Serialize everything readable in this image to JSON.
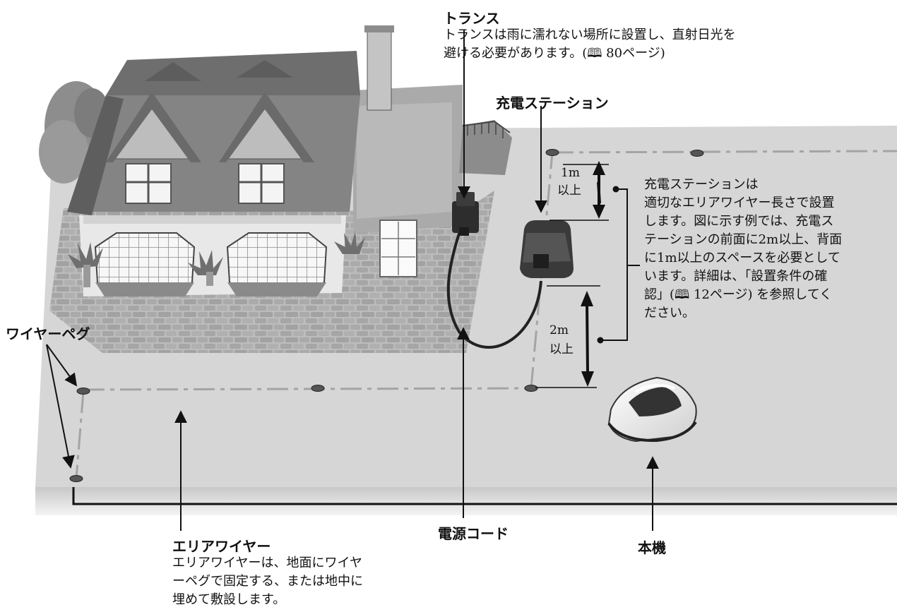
{
  "labels": {
    "transformer": {
      "title": "トランス",
      "desc": "トランスは雨に濡れない場所に設置し、直射日光を\n避ける必要があります。(🕮 80ページ)"
    },
    "charging_station": {
      "title": "充電ステーション",
      "desc": "充電ステーションは\n適切なエリアワイヤー長さで設置\nします。図に示す例では、充電ス\nテーションの前面に2m以上、背面\nに1m以上のスペースを必要として\nいます。詳細は、「設置条件の確\n認」(🕮 12ページ) を参照してく\nださい。"
    },
    "wire_peg": {
      "title": "ワイヤーペグ"
    },
    "power_cord": {
      "title": "電源コード"
    },
    "mower": {
      "title": "本機"
    },
    "area_wire": {
      "title": "エリアワイヤー",
      "desc": "エリアワイヤーは、地面にワイヤ\nーペグで固定する、または地中に\n埋めて敷設します。"
    }
  },
  "dimensions": {
    "rear": {
      "value": "1m",
      "suffix": "以上"
    },
    "front": {
      "value": "2m",
      "suffix": "以上"
    }
  },
  "icons": [
    "book-icon",
    "house-illustration",
    "charging-station-illustration",
    "transformer-illustration",
    "robot-mower-illustration",
    "wire-peg-icon"
  ]
}
